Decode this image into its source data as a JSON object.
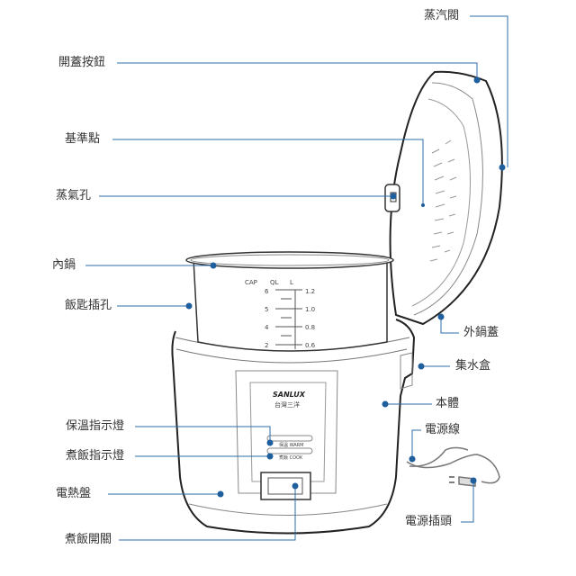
{
  "labels": {
    "steam_valve": "蒸汽閥",
    "lid_button": "開蓋按鈕",
    "reference_point": "基準點",
    "steam_hole": "蒸氣孔",
    "inner_pot": "內鍋",
    "spoon_holder": "飯匙插孔",
    "outer_lid": "外鍋蓋",
    "water_box": "集水盒",
    "body": "本體",
    "power_cord": "電源線",
    "warm_light": "保溫指示燈",
    "cook_light": "煮飯指示燈",
    "heating_plate": "電熱盤",
    "power_plug": "電源插頭",
    "cook_switch": "煮飯開關"
  },
  "pot_scale": {
    "headers": [
      "CAP",
      "QL",
      "L"
    ],
    "cups": [
      "6",
      "5",
      "4",
      "2"
    ],
    "liters": [
      "1.2",
      "1.0",
      "0.8",
      "0.6"
    ]
  },
  "panel": {
    "brand": "SANLUX",
    "brand_sub": "台灣三洋",
    "warm": "保溫 WARM",
    "cook": "煮飯 COOK"
  },
  "colors": {
    "leader": "#2b6ea8",
    "dot": "#1f5f9e",
    "outline": "#222"
  }
}
